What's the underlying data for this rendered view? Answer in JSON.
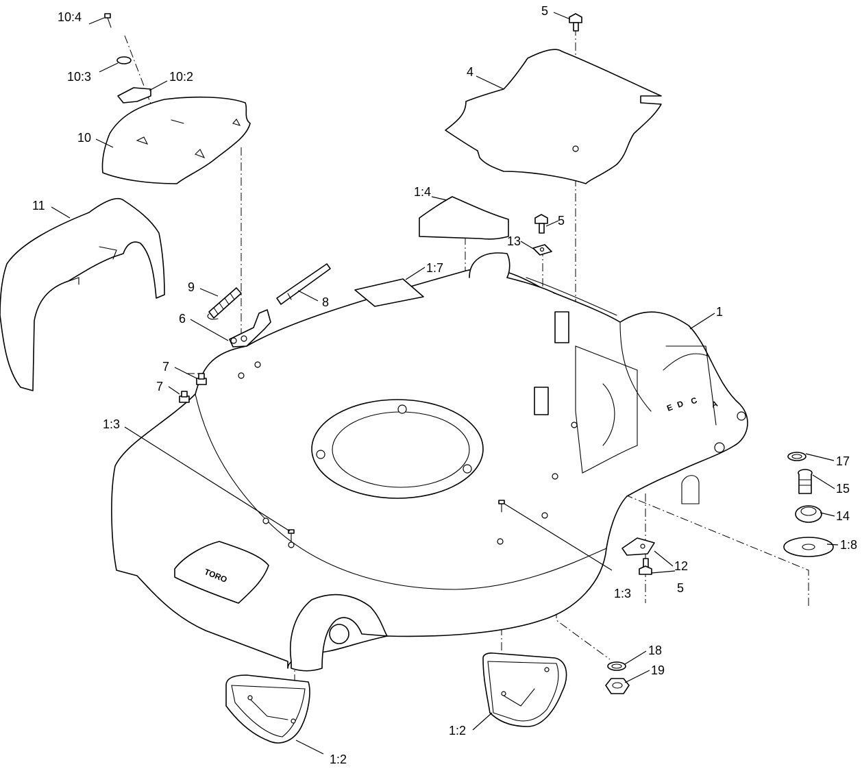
{
  "callouts": [
    {
      "id": "c-10-4",
      "label": "10:4"
    },
    {
      "id": "c-10-3",
      "label": "10:3"
    },
    {
      "id": "c-10-2",
      "label": "10:2"
    },
    {
      "id": "c-10",
      "label": "10"
    },
    {
      "id": "c-11",
      "label": "11"
    },
    {
      "id": "c-9",
      "label": "9"
    },
    {
      "id": "c-8",
      "label": "8"
    },
    {
      "id": "c-6",
      "label": "6"
    },
    {
      "id": "c-7a",
      "label": "7"
    },
    {
      "id": "c-7b",
      "label": "7"
    },
    {
      "id": "c-1-3a",
      "label": "1:3"
    },
    {
      "id": "c-1-3b",
      "label": "1:3"
    },
    {
      "id": "c-5a",
      "label": "5"
    },
    {
      "id": "c-4",
      "label": "4"
    },
    {
      "id": "c-1-4",
      "label": "1:4"
    },
    {
      "id": "c-5b",
      "label": "5"
    },
    {
      "id": "c-13",
      "label": "13"
    },
    {
      "id": "c-1-7",
      "label": "1:7"
    },
    {
      "id": "c-1",
      "label": "1"
    },
    {
      "id": "c-17",
      "label": "17"
    },
    {
      "id": "c-15",
      "label": "15"
    },
    {
      "id": "c-14",
      "label": "14"
    },
    {
      "id": "c-1-8",
      "label": "1:8"
    },
    {
      "id": "c-12",
      "label": "12"
    },
    {
      "id": "c-5c",
      "label": "5"
    },
    {
      "id": "c-18",
      "label": "18"
    },
    {
      "id": "c-19",
      "label": "19"
    },
    {
      "id": "c-1-2a",
      "label": "1:2"
    },
    {
      "id": "c-1-2b",
      "label": "1:2"
    }
  ],
  "logo": "TORO",
  "height_letters": [
    "A",
    "C",
    "D",
    "E"
  ]
}
